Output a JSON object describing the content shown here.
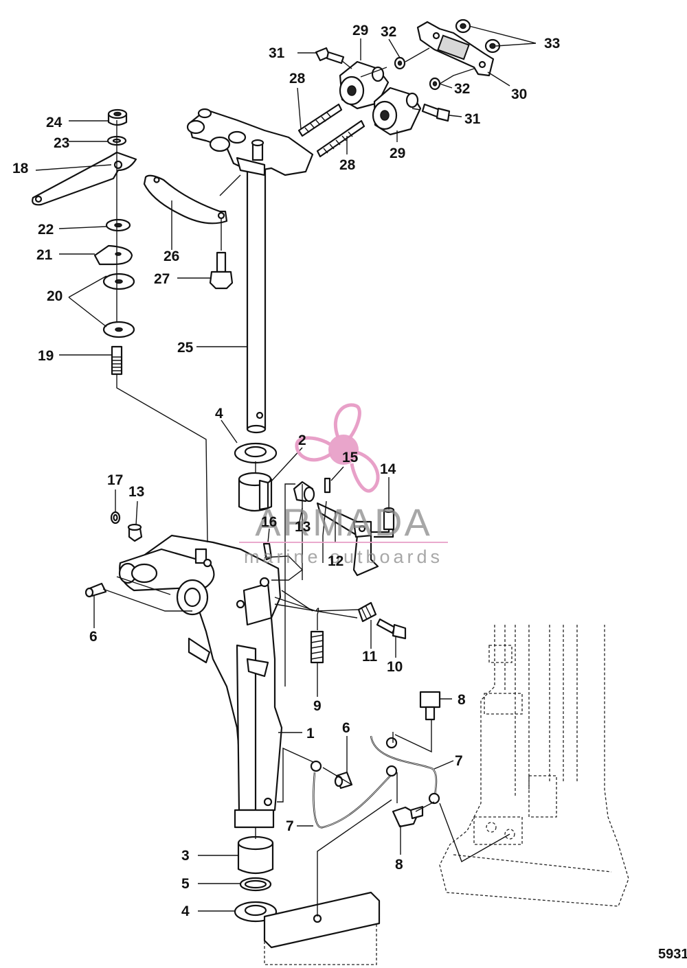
{
  "figure_code": "5931",
  "watermark": {
    "brand": "ARMADA",
    "tagline": "marine outboards",
    "accent_color": "#e8a0c8",
    "icon": "propeller-logo-icon"
  },
  "callouts": [
    "1",
    "2",
    "3",
    "4",
    "4",
    "5",
    "6",
    "6",
    "7",
    "7",
    "8",
    "8",
    "9",
    "10",
    "11",
    "12",
    "13",
    "13",
    "14",
    "15",
    "16",
    "17",
    "18",
    "19",
    "20",
    "21",
    "22",
    "23",
    "24",
    "25",
    "26",
    "27",
    "28",
    "28",
    "29",
    "29",
    "30",
    "31",
    "31",
    "32",
    "32",
    "33"
  ]
}
